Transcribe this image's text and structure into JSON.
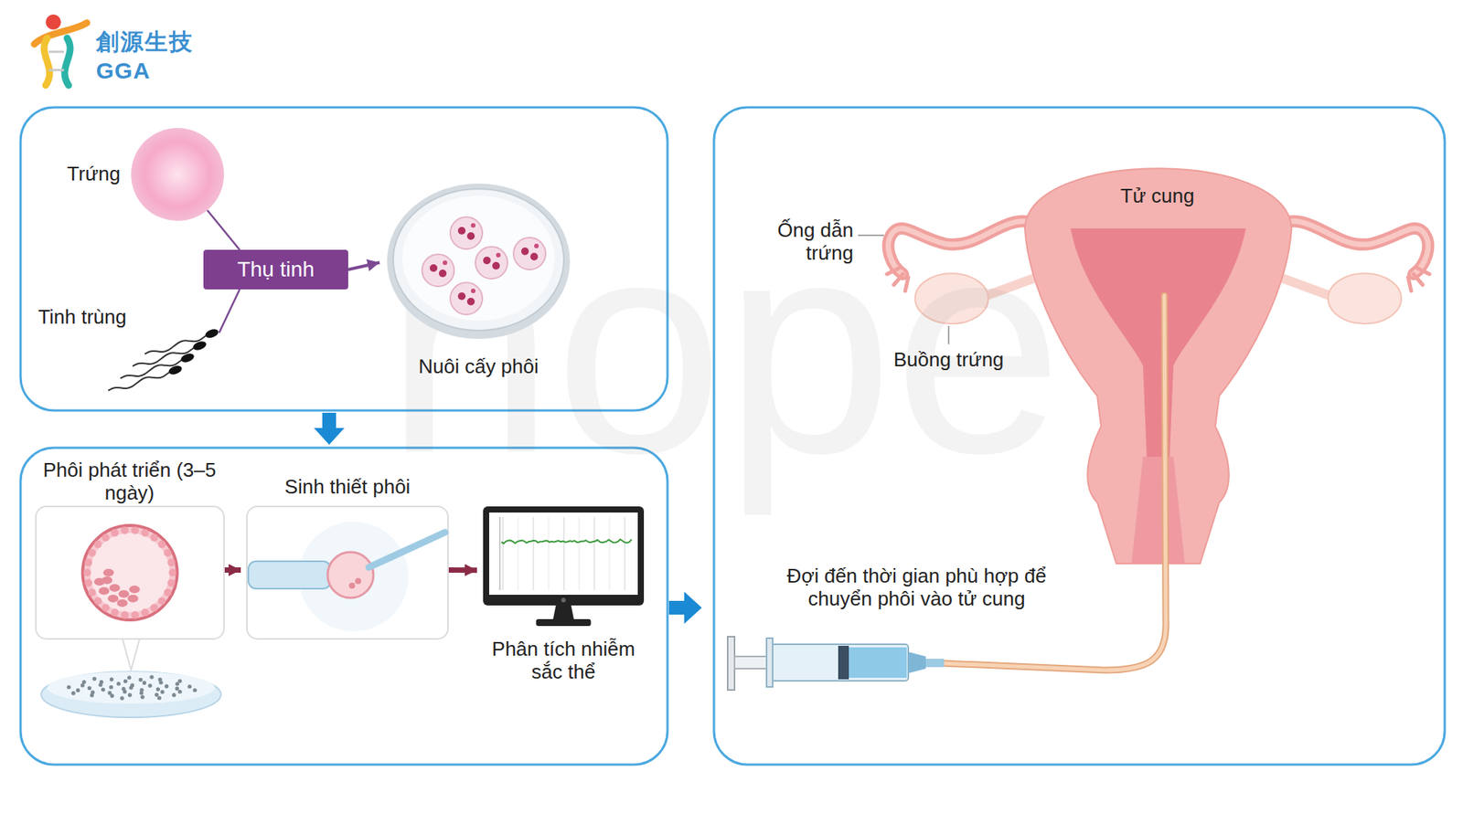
{
  "diagram": {
    "nodes": [
      {
        "text": [
          "Trứng"
        ]
      },
      {
        "text": [
          "Tinh trùng"
        ]
      },
      {
        "text": [
          "Thụ tinh"
        ]
      },
      {
        "text": [
          "Nuôi cấy phôi"
        ]
      },
      {
        "text": [
          "Phôi phát triển (3–5 ngày)"
        ]
      },
      {
        "text": [
          "Sinh thiết phôi"
        ]
      },
      {
        "text": [
          "Phân tích nhiễm sắc thể"
        ]
      }
    ],
    "edges": [
      {
        "from": 0,
        "to": 2,
        "arrow": "none"
      },
      {
        "from": 1,
        "to": 2,
        "arrow": "none"
      },
      {
        "from": 2,
        "to": 3,
        "arrow": "to"
      },
      {
        "from": 4,
        "to": 5,
        "arrow": "to"
      },
      {
        "from": 5,
        "to": 6,
        "arrow": "to"
      }
    ],
    "labels": [
      "創源生技",
      "GGA",
      "hope",
      "Tử cung",
      "Ống dẫn trứng",
      "Buồng trứng",
      "Đợi đến thời gian phù hợp để chuyển phôi vào tử cung"
    ]
  }
}
